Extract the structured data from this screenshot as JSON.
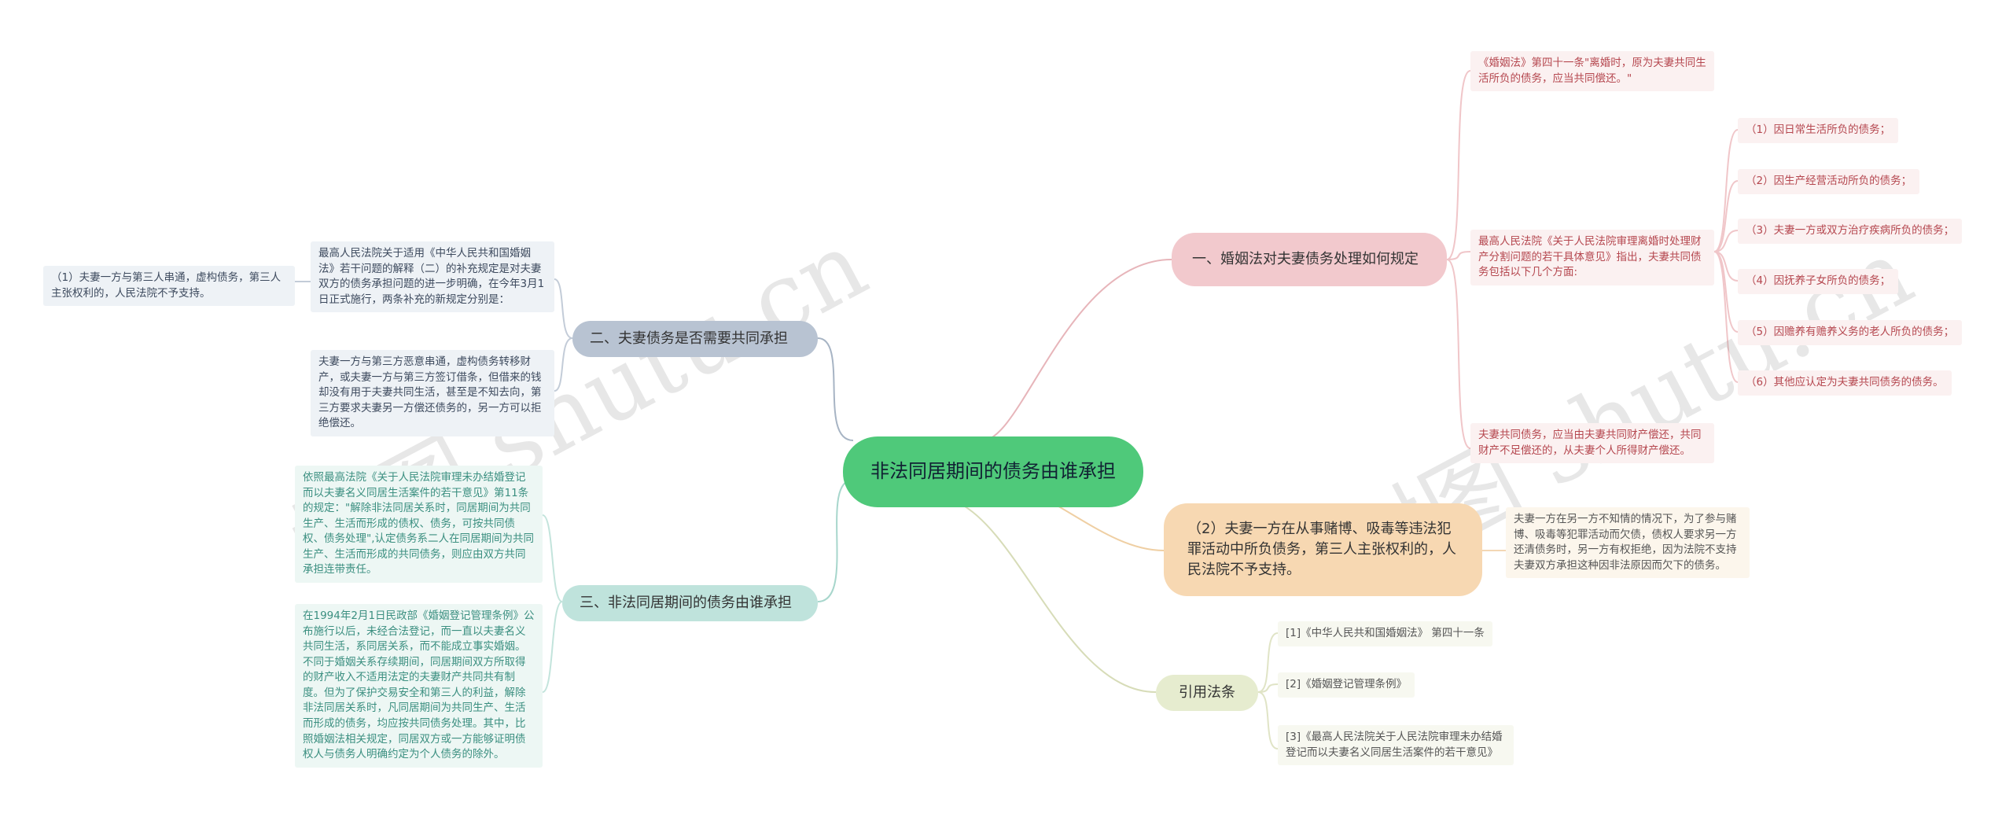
{
  "root": {
    "title": "非法同居期间的债务由谁承担"
  },
  "branches": {
    "b1": {
      "title": "一、婚姻法对夫妻债务处理如何规定",
      "law_quote": "《婚姻法》第四十一条\"离婚时，原为夫妻共同生活所负的债务，应当共同偿还。\"",
      "opinion_intro": "最高人民法院《关于人民法院审理离婚时处理财产分割问题的若干具体意见》指出，夫妻共同债务包括以下几个方面:",
      "items": [
        "（1）因日常生活所负的债务；",
        "（2）因生产经营活动所负的债务；",
        "（3）夫妻一方或双方治疗疾病所负的债务；",
        "（4）因抚养子女所负的债务；",
        "（5）因赡养有赡养义务的老人所负的债务；",
        "（6）其他应认定为夫妻共同债务的债务。"
      ],
      "repay_rule": "夫妻共同债务，应当由夫妻共同财产偿还，共同财产不足偿还的，从夫妻个人所得财产偿还。"
    },
    "b2": {
      "title": "（2）夫妻一方在从事赌博、吸毒等违法犯罪活动中所负债务，第三人主张权利的，人民法院不予支持。",
      "detail": "夫妻一方在另一方不知情的情况下，为了参与赌博、吸毒等犯罪活动而欠债，债权人要求另一方还清债务时，另一方有权拒绝，因为法院不支持夫妻双方承担这种因非法原因而欠下的债务。"
    },
    "b3": {
      "title": "引用法条",
      "refs": [
        "[1]《中华人民共和国婚姻法》 第四十一条",
        "[2]《婚姻登记管理条例》",
        "[3]《最高人民法院关于人民法院审理未办结婚登记而以夫妻名义同居生活案件的若干意见》"
      ]
    },
    "b4": {
      "title": "二、夫妻债务是否需要共同承担",
      "interp": "最高人民法院关于适用《中华人民共和国婚姻法》若干问题的解释（二）的补充规定是对夫妻双方的债务承担问题的进一步明确，在今年3月1日正式施行，两条补充的新规定分别是：",
      "interp_item": "（1）夫妻一方与第三人串通，虚构债务，第三人主张权利的，人民法院不予支持。",
      "collusion": "夫妻一方与第三方恶意串通，虚构债务转移财产，或夫妻一方与第三方签订借条，但借来的钱却没有用于夫妻共同生活，甚至是不知去向，第三方要求夫妻另一方偿还债务的，另一方可以拒绝偿还。"
    },
    "b5": {
      "title": "三、非法同居期间的债务由谁承担",
      "opinion": "依照最高法院《关于人民法院审理未办结婚登记而以夫妻名义同居生活案件的若干意见》第11条的规定：\"解除非法同居关系时，同居期间为共同生产、生活而形成的债权、债务，可按共同债权、债务处理\",认定债务系二人在同居期间为共同生产、生活而形成的共同债务，则应由双方共同承担连带责任。",
      "regulation": "在1994年2月1日民政部《婚姻登记管理条例》公布施行以后，未经合法登记，而一直以夫妻名义共同生活，系同居关系，而不能成立事实婚姻。不同于婚姻关系存续期间，同居期间双方所取得的财产收入不适用法定的夫妻财产共同共有制度。但为了保护交易安全和第三人的利益，解除非法同居关系时，凡同居期间为共同生产、生活而形成的债务，均应按共同债务处理。其中，比照婚姻法相关规定，同居双方或一方能够证明债权人与债务人明确约定为个人债务的除外。"
    }
  },
  "watermark": "树图 shutu.cn",
  "colors": {
    "root": "#4fc97a",
    "b1": "#f2c9cd",
    "b2": "#f7d8b2",
    "b3": "#e6eccf",
    "b4": "#b8c3d2",
    "b5": "#bfe3dc"
  }
}
